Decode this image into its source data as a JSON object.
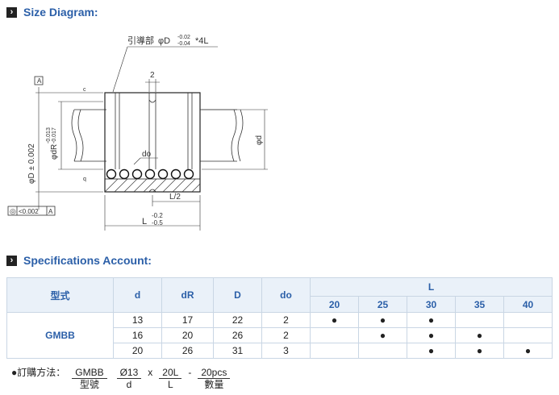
{
  "sections": {
    "size_title": "Size Diagram:",
    "spec_title": "Specifications Account:"
  },
  "diagram": {
    "lead_label": "引導部",
    "lead_dim": "φD",
    "lead_tol_up": "-0.02",
    "lead_tol_low": "-0.04",
    "lead_len": "*4L",
    "dim_2": "2",
    "dim_D": "φD ± 0.002",
    "dim_dR": "φdR",
    "dim_dR_tol_up": "-0.013",
    "dim_dR_tol_low": "-0.017",
    "dim_d": "φd",
    "dim_do": "do",
    "dim_L2": "L/2",
    "dim_L": "L",
    "dim_L_tol_up": "-0.2",
    "dim_L_tol_low": "-0.5",
    "datum": "A",
    "concentric": "◎",
    "concentric_val": "<0.002",
    "concentric_datum": "A",
    "small_c": "c",
    "small_q": "q"
  },
  "table": {
    "headers": [
      "型式",
      "d",
      "dR",
      "D",
      "do",
      "L"
    ],
    "l_values": [
      "20",
      "25",
      "30",
      "35",
      "40"
    ],
    "model": "GMBB",
    "rows": [
      {
        "d": "13",
        "dR": "17",
        "D": "22",
        "do": "2",
        "marks": [
          "●",
          "●",
          "●",
          "",
          ""
        ]
      },
      {
        "d": "16",
        "dR": "20",
        "D": "26",
        "do": "2",
        "marks": [
          "",
          "●",
          "●",
          "●",
          ""
        ]
      },
      {
        "d": "20",
        "dR": "26",
        "D": "31",
        "do": "3",
        "marks": [
          "",
          "",
          "●",
          "●",
          "●"
        ]
      }
    ]
  },
  "order": {
    "label": "●訂購方法：",
    "p1_top": "GMBB",
    "p1_bot": "型號",
    "p2_top": "Ø13",
    "p2_bot": "d",
    "sep1": "x",
    "p3_top": "20L",
    "p3_bot": "L",
    "sep2": "-",
    "p4_top": "20pcs",
    "p4_bot": "數量"
  }
}
